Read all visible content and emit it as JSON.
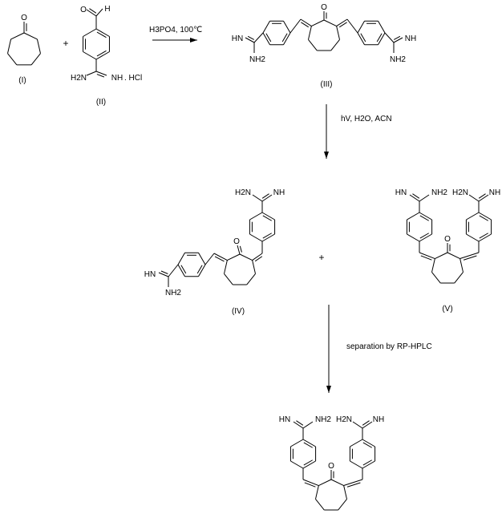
{
  "scheme": {
    "plus_sign": "+",
    "step1": {
      "reagents": "H3PO4, 100℃"
    },
    "step2": {
      "reagents": "hV, H2O, ACN"
    },
    "step3": {
      "reagents": "separation by RP-HPLC"
    }
  },
  "compounds": {
    "I": {
      "label": "(I)",
      "atoms": [
        "O"
      ]
    },
    "II": {
      "label": "(II)",
      "atoms": [
        "O",
        "H",
        "H2N",
        "NH",
        ". HCl"
      ]
    },
    "III": {
      "label": "(III)",
      "atoms": [
        "O",
        "HN",
        "NH2",
        "NH",
        "NH2"
      ]
    },
    "IV": {
      "label": "(IV)",
      "atoms": [
        "O",
        "H2N",
        "NH",
        "HN",
        "NH2"
      ]
    },
    "V": {
      "label": "(V)",
      "atoms": [
        "O",
        "HN",
        "NH2",
        "H2N",
        "NH"
      ]
    },
    "product": {
      "atoms": [
        "O",
        "HN",
        "NH2",
        "H2N",
        "NH"
      ]
    }
  }
}
